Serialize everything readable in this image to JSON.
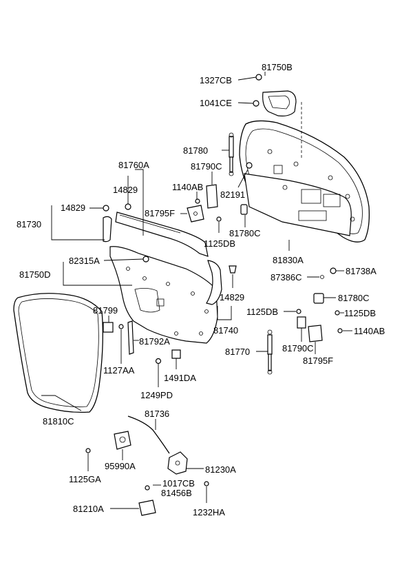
{
  "labels": {
    "p81750B": "81750B",
    "p1327CB": "1327CB",
    "p1041CE": "1041CE",
    "p81780": "81780",
    "p81790C_top": "81790C",
    "p82191": "82191",
    "p1140AB_top": "1140AB",
    "p81795F_top": "81795F",
    "p1125DB_top": "1125DB",
    "p81780C_top": "81780C",
    "p81760A": "81760A",
    "p14829_a": "14829",
    "p14829_b": "14829",
    "p81730": "81730",
    "p81830A": "81830A",
    "p82315A": "82315A",
    "p81750D": "81750D",
    "p87386C": "87386C",
    "p81738A": "81738A",
    "p14829_c": "14829",
    "p81780C_right": "81780C",
    "p1125DB_mid": "1125DB",
    "p1125DB_right": "1125DB",
    "p81740": "81740",
    "p81799": "81799",
    "p81792A": "81792A",
    "p1140AB_right": "1140AB",
    "p81790C_right": "81790C",
    "p81770": "81770",
    "p81795F_right": "81795F",
    "p1127AA": "1127AA",
    "p1491DA": "1491DA",
    "p1249PD": "1249PD",
    "p81810C": "81810C",
    "p81736": "81736",
    "p1125GA": "1125GA",
    "p95990A": "95990A",
    "p81230A": "81230A",
    "p1017CB": "1017CB",
    "p81456B": "81456B",
    "p81210A": "81210A",
    "p1232HA": "1232HA"
  }
}
